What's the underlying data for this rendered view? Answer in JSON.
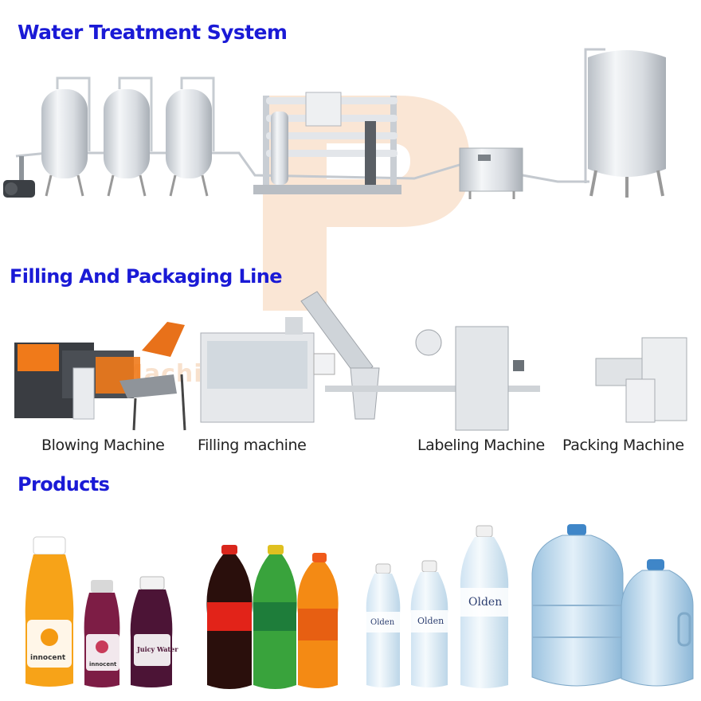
{
  "sections": {
    "water_title": "Water Treatment System",
    "filling_title": "Filling And Packaging Line",
    "products_title": "Products"
  },
  "machines": {
    "blowing": "Blowing Machine",
    "filling": "Filling machine",
    "labeling": "Labeling Machine",
    "packing": "Packing Machine"
  },
  "products": {
    "juice1_brand": "innocent",
    "juice2_brand": "innocent",
    "juice3_brand": "Juicy Water",
    "water_brand": "Olden"
  },
  "colors": {
    "heading": "#1a1ad6",
    "steel": "#d9dde2",
    "orange": "#f07a1a",
    "watermark": "#f6d2b3"
  }
}
